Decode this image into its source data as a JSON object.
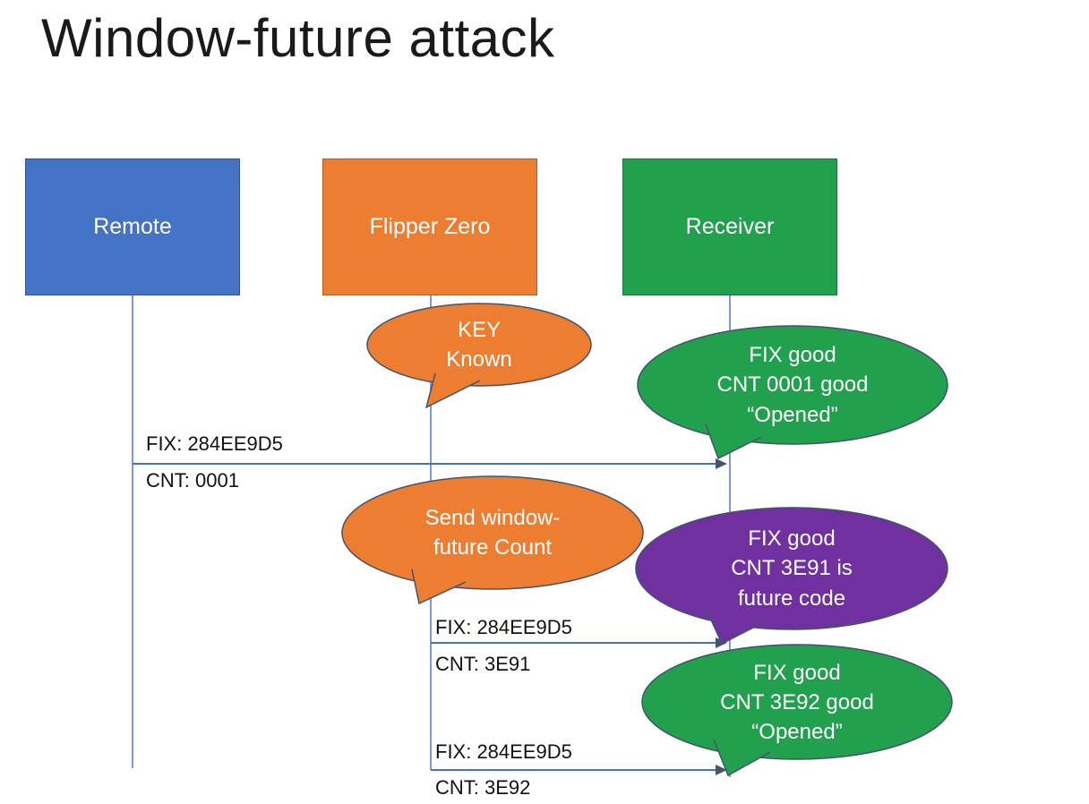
{
  "slide": {
    "title": "Window-future attack"
  },
  "colors": {
    "remote_blue": "#4472C4",
    "flipper_orange": "#ED7D31",
    "receiver_green": "#21A04D",
    "future_purple": "#7030A0",
    "connector_blue": "#4472C4",
    "callout_outline": "#44546A"
  },
  "actors": [
    {
      "label": "Remote"
    },
    {
      "label": "Flipper Zero"
    },
    {
      "label": "Receiver"
    }
  ],
  "messages": [
    {
      "line1": "FIX: 284EE9D5",
      "line2": "CNT: 0001"
    },
    {
      "line1": "FIX: 284EE9D5",
      "line2": "CNT: 3E91"
    },
    {
      "line1": "FIX: 284EE9D5",
      "line2": "CNT: 3E92"
    }
  ],
  "callouts": [
    {
      "lines": [
        "KEY",
        "Known"
      ]
    },
    {
      "lines": [
        "FIX good",
        "CNT 0001 good",
        "“Opened”"
      ]
    },
    {
      "lines": [
        "Send window-",
        "future Count"
      ]
    },
    {
      "lines": [
        "FIX good",
        "CNT 3E91 is",
        "future code"
      ]
    },
    {
      "lines": [
        "FIX good",
        "CNT 3E92 good",
        "“Opened”"
      ]
    }
  ]
}
